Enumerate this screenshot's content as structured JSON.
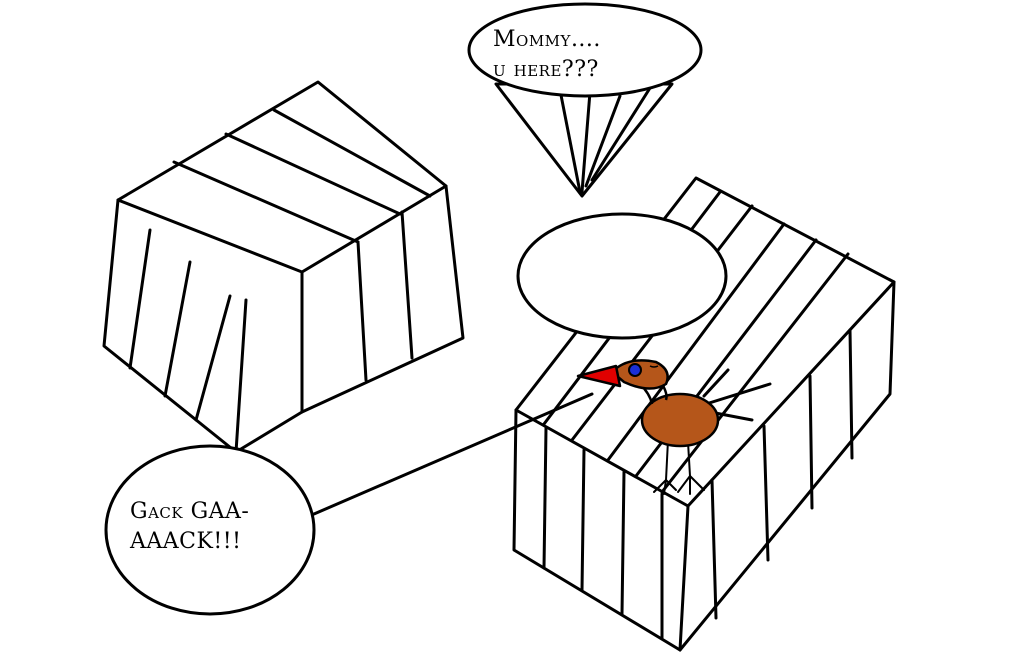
{
  "speech": {
    "mommy_line1": "Mommy....",
    "mommy_line2": "u here???",
    "gack_line1": "Gack GAA-",
    "gack_line2": "AAACK!!!"
  },
  "colors": {
    "bird_body": "#b5561a",
    "beak": "#e00000",
    "eye": "#1a2fd6",
    "outline": "#000000"
  }
}
